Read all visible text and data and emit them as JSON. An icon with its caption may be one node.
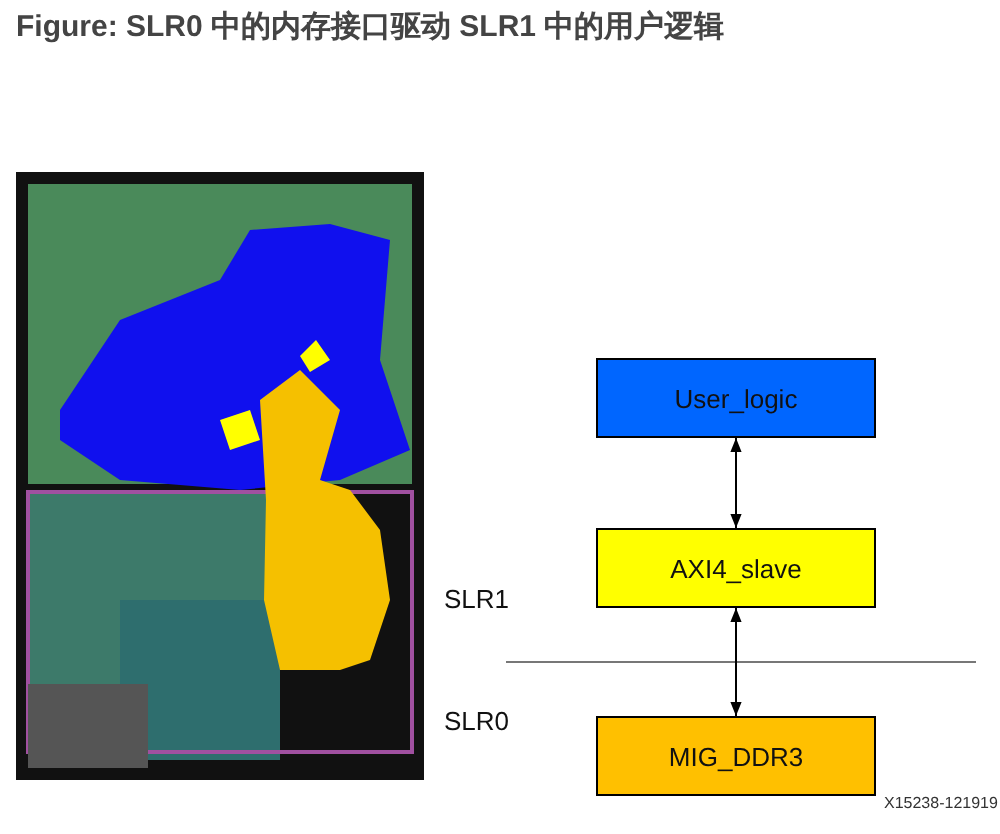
{
  "diagram": {
    "title": "Figure: SLR0 中的内存接口驱动 SLR1 中的用户逻辑",
    "nodes": [
      {
        "text": [
          "User_logic"
        ]
      },
      {
        "text": [
          "AXI4_slave"
        ]
      },
      {
        "text": [
          "MIG_DDR3"
        ]
      }
    ],
    "edges": [
      {
        "from": 0,
        "to": 1,
        "arrow": "both"
      },
      {
        "from": 1,
        "to": 2,
        "arrow": "both"
      }
    ],
    "labels": [
      "SLR1",
      "SLR0",
      "X15238-121919"
    ]
  }
}
